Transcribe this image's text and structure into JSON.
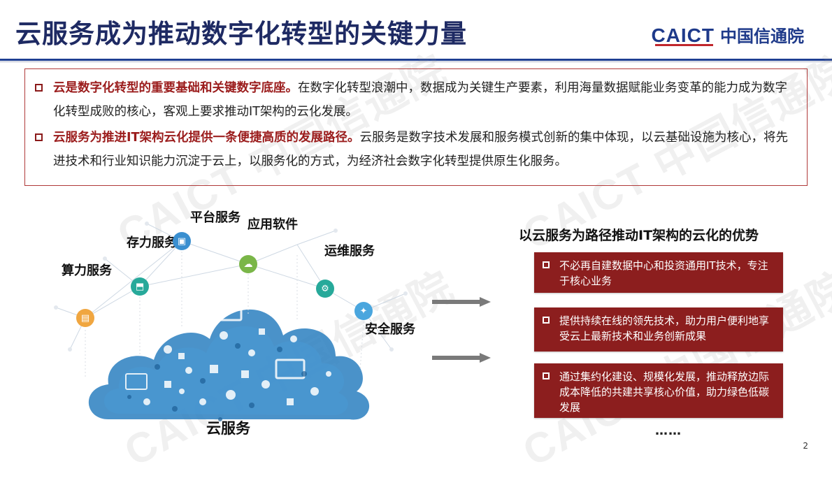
{
  "header": {
    "title": "云服务成为推动数字化转型的关键力量",
    "logo_en": "CAICT",
    "logo_cn": "中国信通院"
  },
  "watermark": "CAICT 中国信通院",
  "intro": [
    {
      "highlight": "云是数字化转型的重要基础和关键数字底座。",
      "text": "在数字化转型浪潮中，数据成为关键生产要素，利用海量数据赋能业务变革的能力成为数字化转型成败的核心，客观上要求推动IT架构的云化发展。"
    },
    {
      "highlight": "云服务为推进IT架构云化提供一条便捷高质的发展路径。",
      "text": "云服务是数字技术发展和服务模式创新的集中体现，以云基础设施为核心，将先进技术和行业知识能力沉淀于云上，以服务化的方式，为经济社会数字化转型提供原生化服务。"
    }
  ],
  "diagram": {
    "nodes": {
      "compute": "算力服务",
      "storage": "存力服务",
      "platform": "平台服务",
      "app": "应用软件",
      "ops": "运维服务",
      "security": "安全服务"
    },
    "cloud_label": "云服务"
  },
  "advantages": {
    "title": "以云服务为路径推动IT架构的云化的优势",
    "items": [
      "不必再自建数据中心和投资通用IT技术，专注于核心业务",
      "提供持续在线的领先技术，助力用户便利地享受云上最新技术和业务创新成果",
      "通过集约化建设、规模化发展，推动释放边际成本降低的共建共享核心价值，助力绿色低碳发展"
    ],
    "more": "……"
  },
  "page_number": "2",
  "colors": {
    "title_blue": "#1e2a63",
    "accent_red": "#8c1e1e",
    "cloud_blue": "#2a7fbf"
  },
  "icons": {
    "compute": "database-icon",
    "storage": "storage-icon",
    "platform": "platform-icon",
    "app": "app-icon",
    "ops": "ops-icon",
    "security": "bulb-icon"
  }
}
